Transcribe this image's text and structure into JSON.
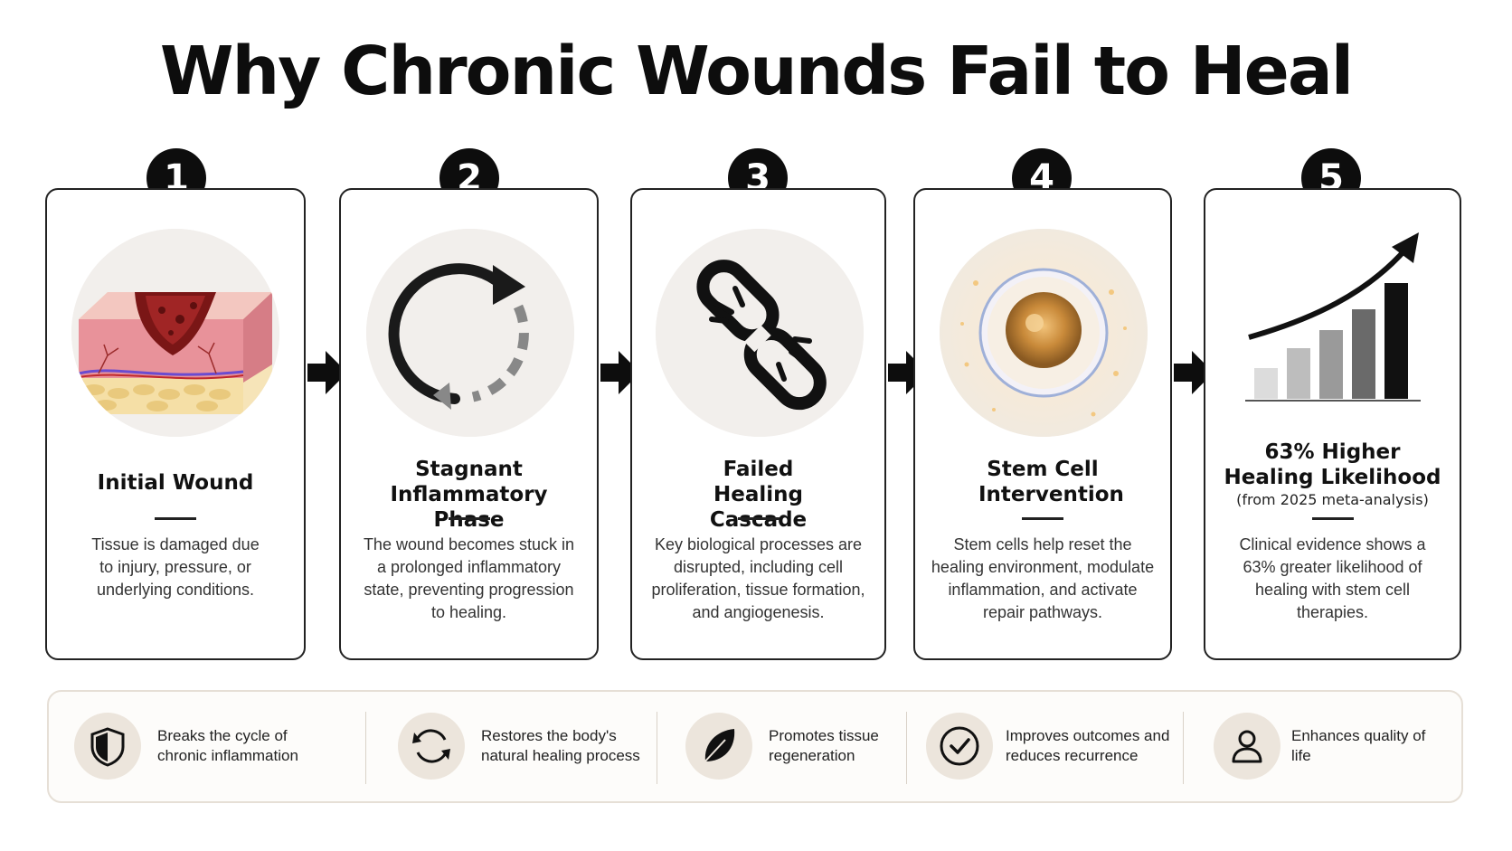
{
  "title": "Why Chronic Wounds Fail to Heal",
  "steps": [
    {
      "number": "1",
      "title": "Initial Wound",
      "subtitle": "",
      "description": "Tissue is damaged due to injury, pressure, or underlying conditions.",
      "icon": "wound-tissue-icon"
    },
    {
      "number": "2",
      "title": "Stagnant Inflammatory Phase",
      "subtitle": "",
      "description": "The wound becomes stuck in a prolonged inflammatory state, preventing progression to healing.",
      "icon": "cycle-arrow-icon"
    },
    {
      "number": "3",
      "title": "Failed Healing Cascade",
      "subtitle": "",
      "description": "Key biological processes are disrupted, including cell proliferation, tissue formation, and angiogenesis.",
      "icon": "broken-chain-icon"
    },
    {
      "number": "4",
      "title": "Stem Cell Intervention",
      "subtitle": "",
      "description": "Stem cells help reset the healing environment, modulate inflammation, and activate repair pathways.",
      "icon": "stem-cell-icon"
    },
    {
      "number": "5",
      "title": "63% Higher Healing Likelihood",
      "subtitle": "(from 2025 meta-analysis)",
      "description": "Clinical evidence shows a 63% greater likelihood of healing with stem cell therapies.",
      "icon": "rising-bar-chart-icon"
    }
  ],
  "benefits": [
    {
      "text": "Breaks the cycle of chronic inflammation",
      "icon": "shield-icon"
    },
    {
      "text": "Restores the body's natural healing process",
      "icon": "refresh-icon"
    },
    {
      "text": "Promotes tissue regeneration",
      "icon": "leaf-icon"
    },
    {
      "text": "Improves outcomes and reduces recurrence",
      "icon": "check-circle-icon"
    },
    {
      "text": "Enhances quality of life",
      "icon": "person-icon"
    }
  ],
  "colors": {
    "dark": "#0d0d0d",
    "beige": "#ece5dc",
    "panel_border": "#e6dfd6",
    "wound_red": "#8b1e1e"
  }
}
